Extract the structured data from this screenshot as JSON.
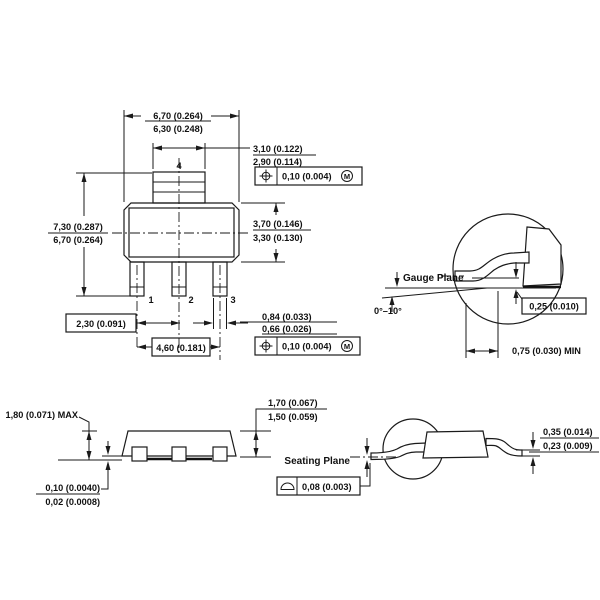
{
  "drawing": {
    "top_view": {
      "pin1": "1",
      "pin2": "2",
      "pin3": "3",
      "pin4": "4",
      "overall_width_max": "6,70 (0.264)",
      "overall_width_min": "6,30 (0.248)",
      "tab_width_max": "3,10 (0.122)",
      "tab_width_min": "2,90 (0.114)",
      "tab_fcf_value": "0,10 (0.004)",
      "tab_fcf_modifier": "M",
      "overall_height_max": "7,30 (0.287)",
      "overall_height_min": "6,70 (0.264)",
      "body_height_max": "3,70 (0.146)",
      "body_height_min": "3,30 (0.130)",
      "lead_pitch": "2,30 (0.091)",
      "lead_span": "4,60 (0.181)",
      "lead_width_max": "0,84 (0.033)",
      "lead_width_min": "0,66 (0.026)",
      "lead_fcf_value": "0,10 (0.004)",
      "lead_fcf_modifier": "M"
    },
    "gauge_detail": {
      "gauge_plane_label": "Gauge Plane",
      "angle": "0°–10°",
      "gauge_height": "0,25 (0.010)",
      "foot_length": "0,75 (0.030) MIN"
    },
    "side_view": {
      "max_height": "1,80 (0.071) MAX",
      "body_thickness_max": "1,70 (0.067)",
      "body_thickness_min": "1,50 (0.059)",
      "standoff_max": "0,10 (0.0040)",
      "standoff_min": "0,02 (0.0008)"
    },
    "seating_detail": {
      "seating_plane_label": "Seating Plane",
      "flatness_value": "0,08 (0.003)",
      "lead_thickness_max": "0,35 (0.014)",
      "lead_thickness_min": "0,23 (0.009)"
    }
  }
}
